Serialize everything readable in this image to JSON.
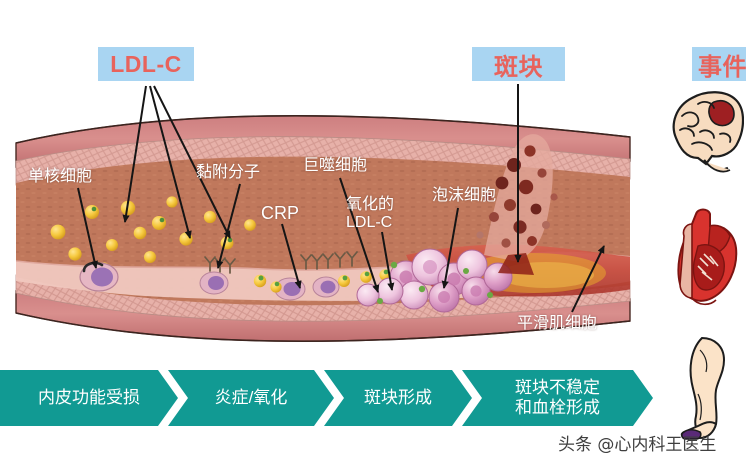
{
  "callouts": [
    {
      "id": "ldlc",
      "text": "LDL-C"
    },
    {
      "id": "plaque",
      "text": "斑块"
    },
    {
      "id": "event",
      "text": "事件"
    }
  ],
  "artery_labels": {
    "monocyte": "单核细胞",
    "adhesion_molecule": "黏附分子",
    "crp": "CRP",
    "macrophage": "巨噬细胞",
    "oxidized_ldl_line1": "氧化的",
    "oxidized_ldl_line2": "LDL-C",
    "foam_cell": "泡沫细胞",
    "smooth_muscle_cell": "平滑肌细胞"
  },
  "process_flow": {
    "steps": [
      {
        "id": "step-endothelial",
        "line1": "内皮功能受损",
        "line2": ""
      },
      {
        "id": "step-inflammation",
        "line1": "炎症/氧化",
        "line2": ""
      },
      {
        "id": "step-plaque",
        "line1": "斑块形成",
        "line2": ""
      },
      {
        "id": "step-rupture",
        "line1": "斑块不稳定",
        "line2": "和血栓形成"
      }
    ]
  },
  "organs": [
    {
      "id": "brain",
      "icon": "brain-icon"
    },
    {
      "id": "heart",
      "icon": "heart-icon"
    },
    {
      "id": "leg",
      "icon": "leg-icon"
    }
  ],
  "watermark": {
    "text": "头条 @心内科王医生"
  },
  "colors": {
    "callout_box_bg": "#a9d5f2",
    "callout_text": "#e8635c",
    "flow_teal": "#119a93",
    "label_white": "#ffffff",
    "vessel_outer": "#d98b8b",
    "vessel_media": "#e9b3ac",
    "vessel_intima": "#c07a5e",
    "ldl_particle": "#f5c83c",
    "thrombus_dark": "#7d2a22",
    "foam_cell": "#d78fbe",
    "page_bg": "#ffffff"
  }
}
